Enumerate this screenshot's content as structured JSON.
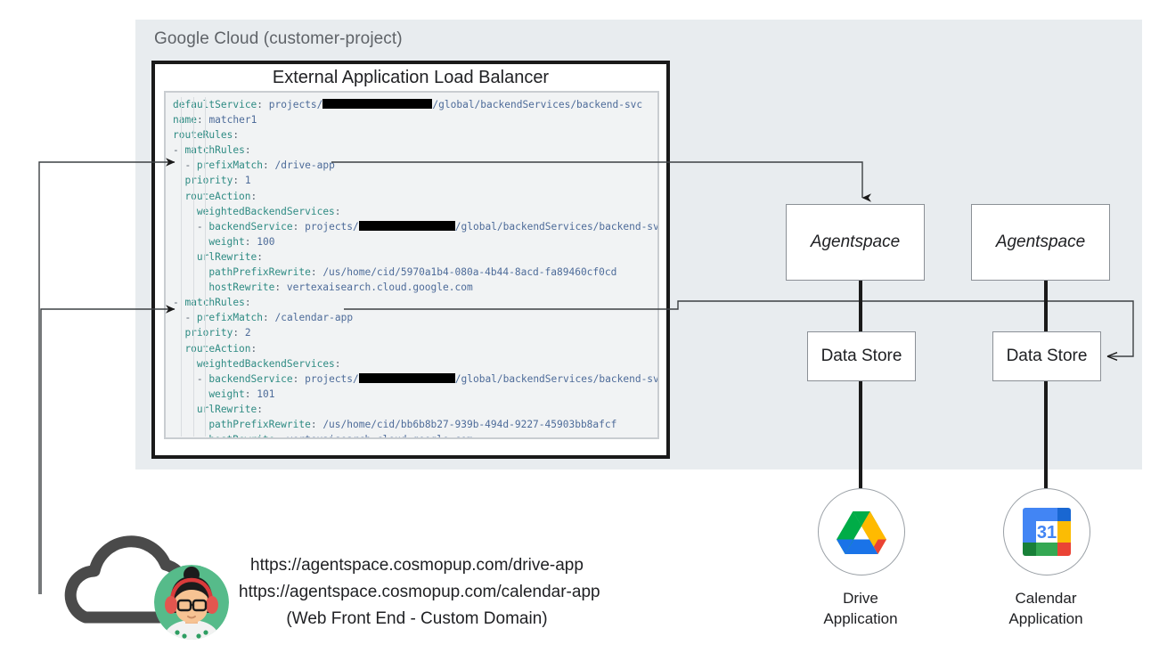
{
  "panel": {
    "label": "Google Cloud (customer-project)"
  },
  "load_balancer": {
    "title": "External Application Load Balancer"
  },
  "yaml": {
    "lines": [
      {
        "indent": 0,
        "parts": [
          {
            "t": "key",
            "s": "defaultService"
          },
          {
            "t": "colon"
          },
          {
            "t": "val",
            "s": " projects/"
          },
          {
            "t": "redact",
            "w": 123
          },
          {
            "t": "val",
            "s": "/global/backendServices/backend-svc"
          }
        ]
      },
      {
        "indent": 0,
        "parts": [
          {
            "t": "key",
            "s": "name"
          },
          {
            "t": "colon"
          },
          {
            "t": "val",
            "s": " matcher1"
          }
        ]
      },
      {
        "indent": 0,
        "parts": [
          {
            "t": "key",
            "s": "routeRules"
          },
          {
            "t": "colon"
          }
        ]
      },
      {
        "indent": 0,
        "parts": [
          {
            "t": "dash",
            "s": "- "
          },
          {
            "t": "key",
            "s": "matchRules"
          },
          {
            "t": "colon"
          }
        ]
      },
      {
        "indent": 1,
        "parts": [
          {
            "t": "dash",
            "s": "- "
          },
          {
            "t": "key",
            "s": "prefixMatch"
          },
          {
            "t": "colon"
          },
          {
            "t": "val",
            "s": " /drive-app"
          }
        ]
      },
      {
        "indent": 1,
        "parts": [
          {
            "t": "key",
            "s": "priority"
          },
          {
            "t": "colon"
          },
          {
            "t": "val",
            "s": " 1"
          }
        ]
      },
      {
        "indent": 1,
        "parts": [
          {
            "t": "key",
            "s": "routeAction"
          },
          {
            "t": "colon"
          }
        ]
      },
      {
        "indent": 2,
        "parts": [
          {
            "t": "key",
            "s": "weightedBackendServices"
          },
          {
            "t": "colon"
          }
        ]
      },
      {
        "indent": 2,
        "parts": [
          {
            "t": "dash",
            "s": "- "
          },
          {
            "t": "key",
            "s": "backendService"
          },
          {
            "t": "colon"
          },
          {
            "t": "val",
            "s": " projects/"
          },
          {
            "t": "redact",
            "w": 108
          },
          {
            "t": "val",
            "s": "/global/backendServices/backend-svc"
          }
        ]
      },
      {
        "indent": 3,
        "parts": [
          {
            "t": "key",
            "s": "weight"
          },
          {
            "t": "colon"
          },
          {
            "t": "val",
            "s": " 100"
          }
        ]
      },
      {
        "indent": 2,
        "parts": [
          {
            "t": "key",
            "s": "urlRewrite"
          },
          {
            "t": "colon"
          }
        ]
      },
      {
        "indent": 3,
        "parts": [
          {
            "t": "key",
            "s": "pathPrefixRewrite"
          },
          {
            "t": "colon"
          },
          {
            "t": "val",
            "s": " /us/home/cid/5970a1b4-080a-4b44-8acd-fa89460cf0cd"
          }
        ]
      },
      {
        "indent": 3,
        "parts": [
          {
            "t": "key",
            "s": "hostRewrite"
          },
          {
            "t": "colon"
          },
          {
            "t": "val",
            "s": " vertexaisearch.cloud.google.com"
          }
        ]
      },
      {
        "indent": 0,
        "parts": [
          {
            "t": "dash",
            "s": "- "
          },
          {
            "t": "key",
            "s": "matchRules"
          },
          {
            "t": "colon"
          }
        ]
      },
      {
        "indent": 1,
        "parts": [
          {
            "t": "dash",
            "s": "- "
          },
          {
            "t": "key",
            "s": "prefixMatch"
          },
          {
            "t": "colon"
          },
          {
            "t": "val",
            "s": " /calendar-app"
          }
        ]
      },
      {
        "indent": 1,
        "parts": [
          {
            "t": "key",
            "s": "priority"
          },
          {
            "t": "colon"
          },
          {
            "t": "val",
            "s": " 2"
          }
        ]
      },
      {
        "indent": 1,
        "parts": [
          {
            "t": "key",
            "s": "routeAction"
          },
          {
            "t": "colon"
          }
        ]
      },
      {
        "indent": 2,
        "parts": [
          {
            "t": "key",
            "s": "weightedBackendServices"
          },
          {
            "t": "colon"
          }
        ]
      },
      {
        "indent": 2,
        "parts": [
          {
            "t": "dash",
            "s": "- "
          },
          {
            "t": "key",
            "s": "backendService"
          },
          {
            "t": "colon"
          },
          {
            "t": "val",
            "s": " projects/"
          },
          {
            "t": "redact",
            "w": 108
          },
          {
            "t": "val",
            "s": "/global/backendServices/backend-svc"
          }
        ]
      },
      {
        "indent": 3,
        "parts": [
          {
            "t": "key",
            "s": "weight"
          },
          {
            "t": "colon"
          },
          {
            "t": "val",
            "s": " 101"
          }
        ]
      },
      {
        "indent": 2,
        "parts": [
          {
            "t": "key",
            "s": "urlRewrite"
          },
          {
            "t": "colon"
          }
        ]
      },
      {
        "indent": 3,
        "parts": [
          {
            "t": "key",
            "s": "pathPrefixRewrite"
          },
          {
            "t": "colon"
          },
          {
            "t": "val",
            "s": " /us/home/cid/bb6b8b27-939b-494d-9227-45903bb8afcf"
          }
        ]
      },
      {
        "indent": 3,
        "parts": [
          {
            "t": "key",
            "s": "hostRewrite"
          },
          {
            "t": "colon"
          },
          {
            "t": "val",
            "s": " vertexaisearch.cloud.google.com"
          }
        ]
      }
    ]
  },
  "nodes": {
    "agentspace_drive": "Agentspace",
    "agentspace_calendar": "Agentspace",
    "datastore_drive": "Data Store",
    "datastore_calendar": "Data Store"
  },
  "endpoints": {
    "url_drive": "https://agentspace.cosmopup.com/drive-app",
    "url_calendar": "https://agentspace.cosmopup.com/calendar-app",
    "note": "(Web Front End - Custom Domain)"
  },
  "apps": {
    "drive": {
      "line1": "Drive",
      "line2": "Application"
    },
    "calendar": {
      "line1": "Calendar",
      "line2": "Application",
      "day": "31"
    }
  },
  "colors": {
    "panel_bg": "#e8ecef",
    "code_bg": "#f1f3f4",
    "yaml_key": "#2e8b83",
    "yaml_value": "#4d6b99",
    "stroke_dark": "#1a1a1a",
    "stroke_gray": "#8b9096",
    "drive_blue": "#1a73e8",
    "drive_green": "#00ac47",
    "drive_yellow": "#ffba00",
    "drive_red": "#ea4335",
    "avatar_bg": "#56bb8a"
  }
}
